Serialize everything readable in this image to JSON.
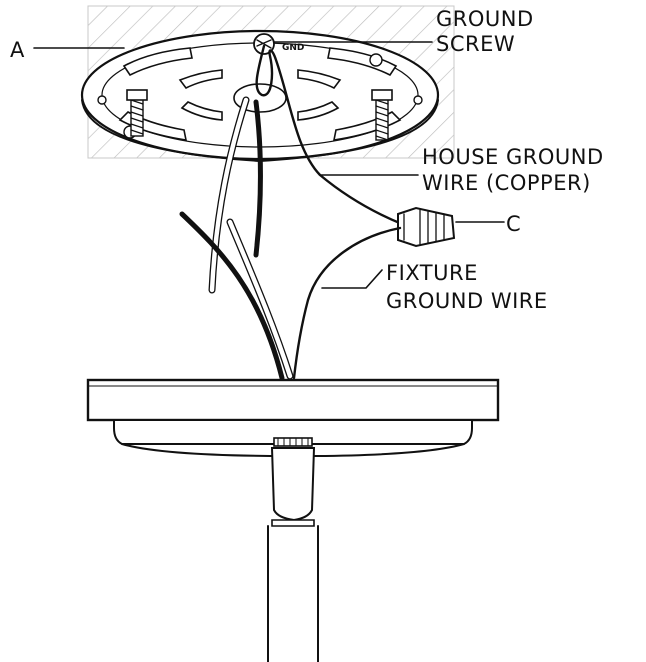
{
  "labels": {
    "a": "A",
    "ground_screw_line1": "GROUND",
    "ground_screw_line2": "SCREW",
    "house_ground_line1": "HOUSE GROUND",
    "house_ground_line2": "WIRE (COPPER)",
    "c": "C",
    "fixture_ground_line1": "FIXTURE",
    "fixture_ground_line2": "GROUND WIRE"
  },
  "plate_marking": "GND",
  "colors": {
    "ink": "#111111",
    "hatch": "#bdbdbd",
    "background": "#ffffff"
  }
}
